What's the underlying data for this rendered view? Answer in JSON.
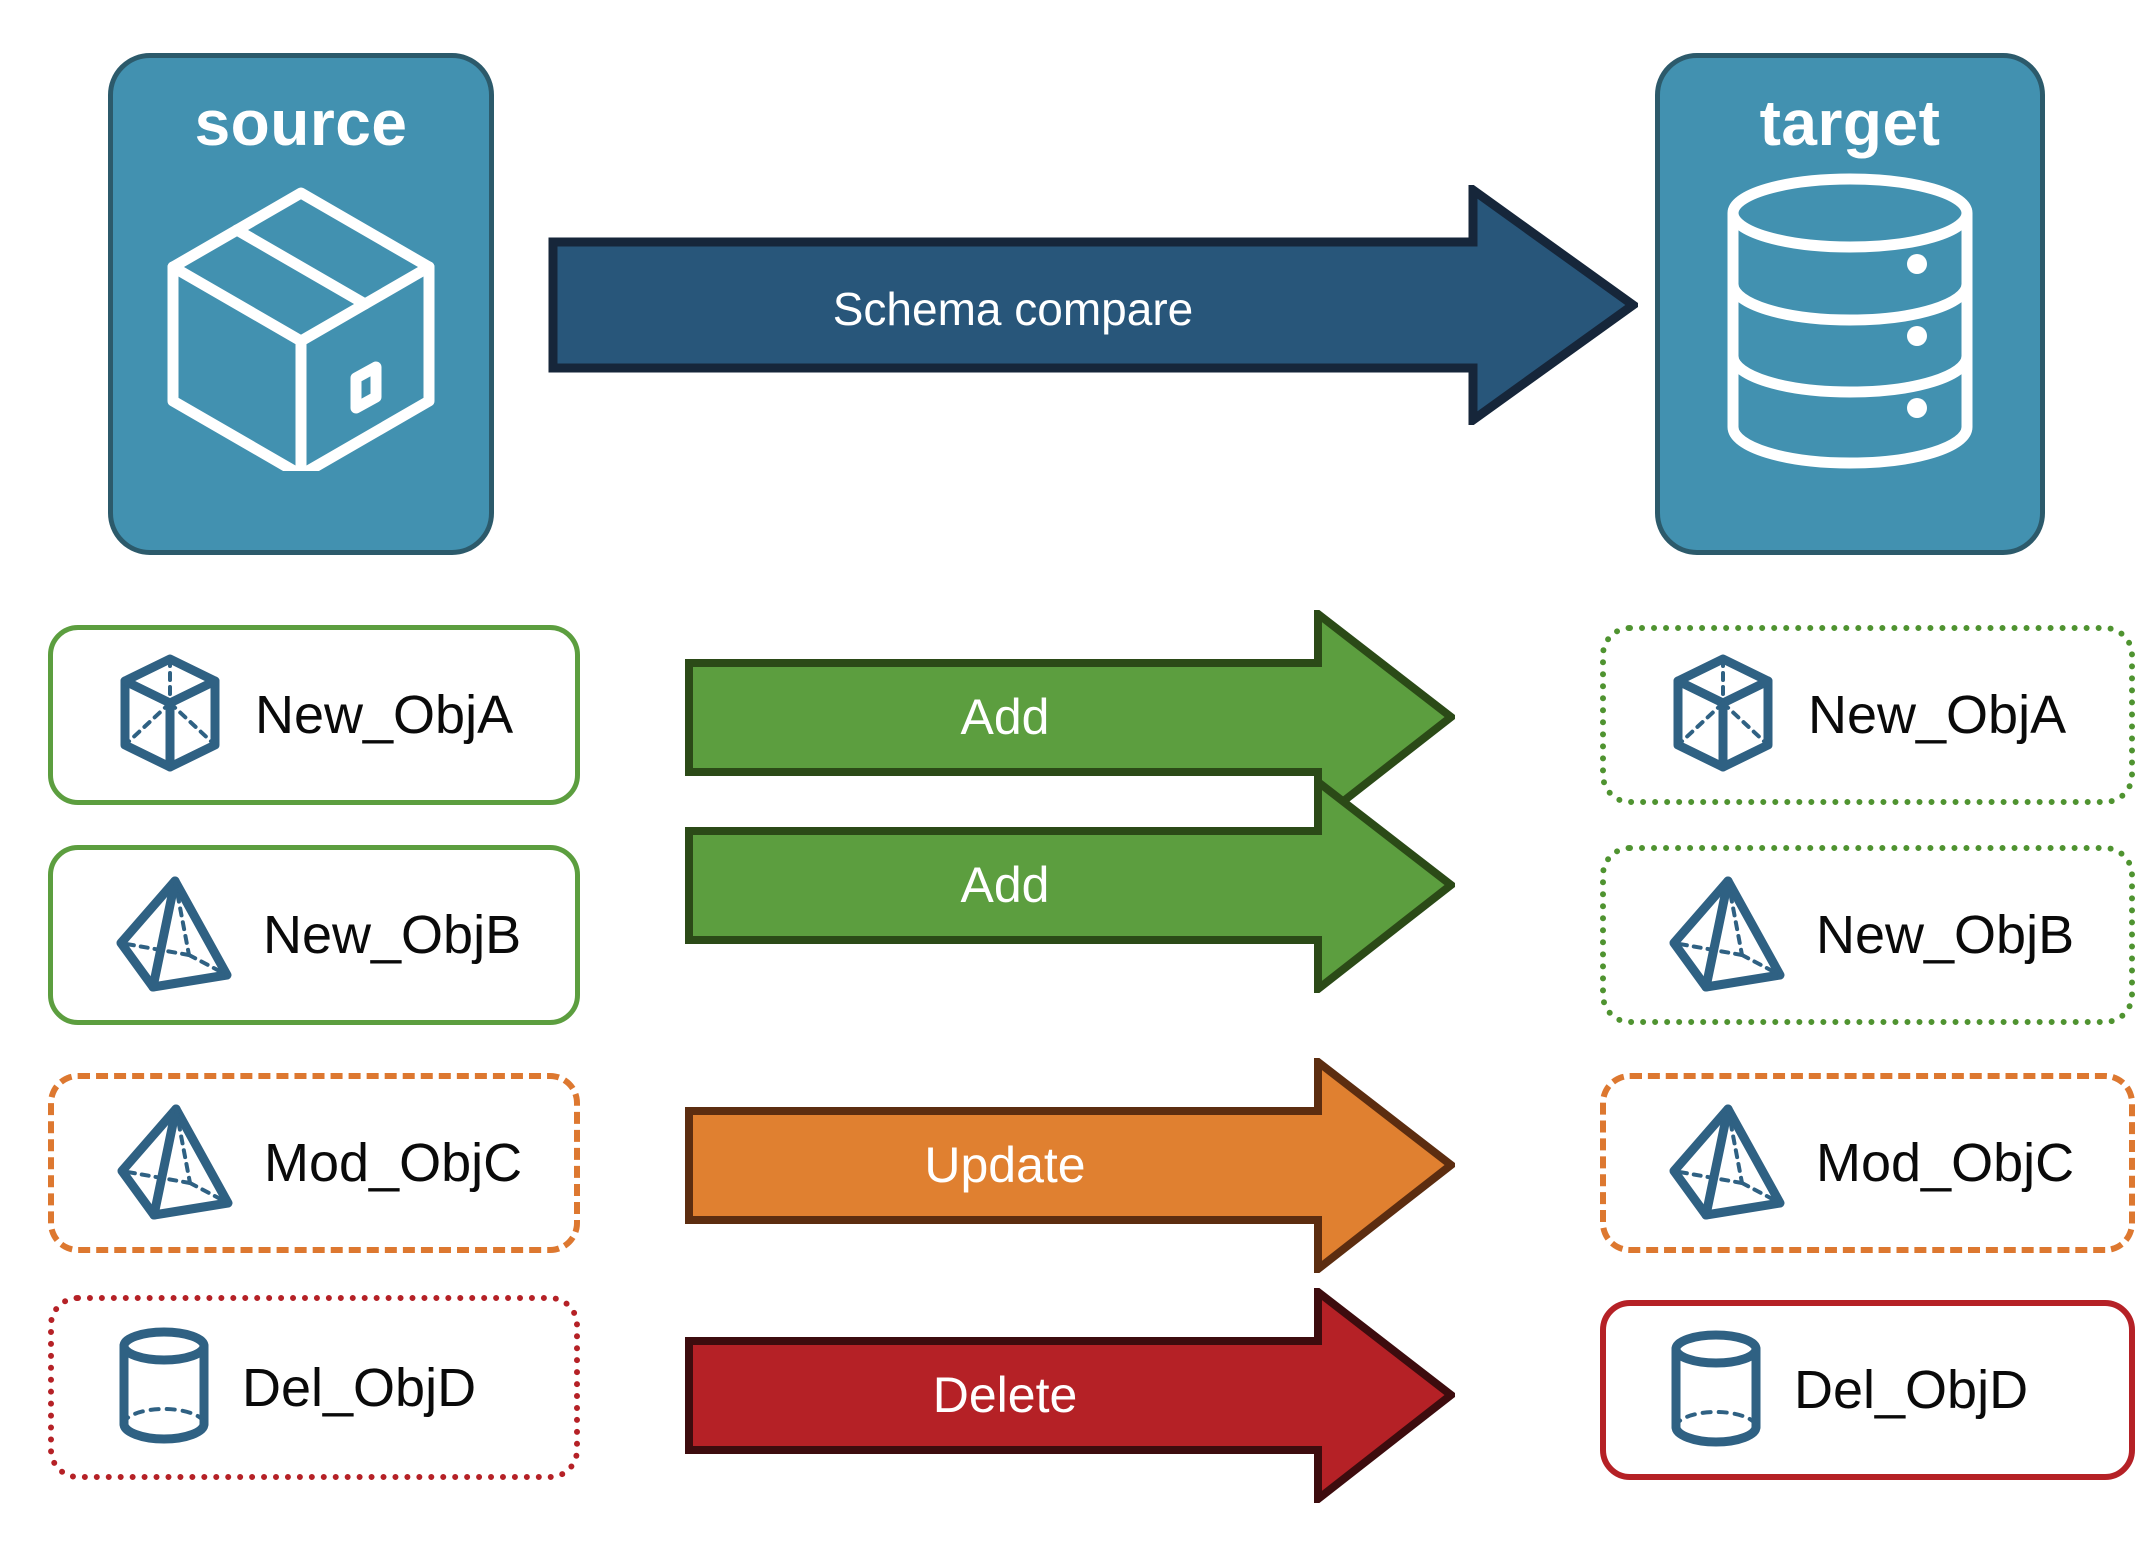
{
  "diagram": {
    "title_source": "source",
    "title_target": "target",
    "compare_label": "Schema compare",
    "colors": {
      "endpoint_fill": "#4291b0",
      "endpoint_stroke": "#2c5a6b",
      "compare_arrow_fill": "#28567a",
      "compare_arrow_stroke": "#16263a",
      "add_fill": "#5c9e3f",
      "add_stroke": "#2b4a17",
      "update_fill": "#e08030",
      "update_stroke": "#5c2d10",
      "delete_fill": "#b52126",
      "delete_stroke": "#3d0c0e",
      "object_icon": "#2f6183",
      "text_dark": "#0a0a0a",
      "text_light": "#ffffff"
    },
    "icons": {
      "source": "package-box-icon",
      "target": "database-cylinder-icon"
    }
  },
  "rows": [
    {
      "id": "row-a",
      "source": {
        "label": "New_ObjA",
        "icon": "wireframe-cube-icon",
        "border": "solid-green"
      },
      "arrow": {
        "label": "Add",
        "kind": "add"
      },
      "target": {
        "label": "New_ObjA",
        "icon": "wireframe-cube-icon",
        "border": "dotted-green"
      }
    },
    {
      "id": "row-b",
      "source": {
        "label": "New_ObjB",
        "icon": "wireframe-pyramid-icon",
        "border": "solid-green"
      },
      "arrow": {
        "label": "Add",
        "kind": "add"
      },
      "target": {
        "label": "New_ObjB",
        "icon": "wireframe-pyramid-icon",
        "border": "dotted-green"
      }
    },
    {
      "id": "row-c",
      "source": {
        "label": "Mod_ObjC",
        "icon": "wireframe-pyramid-icon",
        "border": "dashed-orange"
      },
      "arrow": {
        "label": "Update",
        "kind": "update"
      },
      "target": {
        "label": "Mod_ObjC",
        "icon": "wireframe-pyramid-icon",
        "border": "dashed-orange"
      }
    },
    {
      "id": "row-d",
      "source": {
        "label": "Del_ObjD",
        "icon": "wireframe-cylinder-icon",
        "border": "dotted-red"
      },
      "arrow": {
        "label": "Delete",
        "kind": "delete"
      },
      "target": {
        "label": "Del_ObjD",
        "icon": "wireframe-cylinder-icon",
        "border": "solid-red"
      }
    }
  ]
}
